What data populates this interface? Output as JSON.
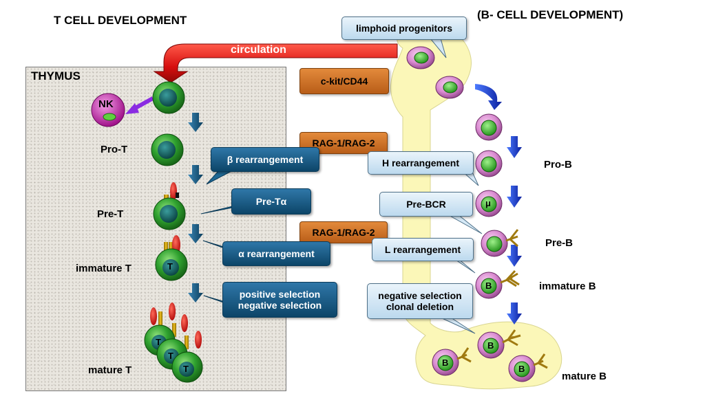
{
  "titles": {
    "t_cell": "T CELL DEVELOPMENT",
    "b_cell": "(B- CELL DEVELOPMENT)",
    "thymus": "THYMUS"
  },
  "arrows": {
    "circulation": "circulation"
  },
  "t_stages": {
    "pro_t": "Pro-T",
    "pre_t": "Pre-T",
    "immature_t": "immature T",
    "mature_t": "mature T"
  },
  "b_stages": {
    "pro_b": "Pro-B",
    "pre_b": "Pre-B",
    "immature_b": "immature B",
    "mature_b": "mature B"
  },
  "t_callouts": {
    "beta": "β rearrangement",
    "pre_t_alpha": "Pre-Tα",
    "alpha": "α rearrangement",
    "selection_1": "positive selection",
    "selection_2": "negative selection"
  },
  "b_callouts": {
    "progenitors": "limphoid progenitors",
    "h_rearr": "H rearrangement",
    "pre_bcr": "Pre-BCR",
    "l_rearr": "L rearrangement",
    "neg_sel_1": "negative selection",
    "neg_sel_2": "clonal deletion"
  },
  "markers": {
    "ckit": "c-kit/CD44",
    "rag_1": "RAG-1/RAG-2",
    "rag_2": "RAG-1/RAG-2"
  },
  "cell_labels": {
    "nk": "NK",
    "t": "T",
    "b": "B",
    "mu": "μ"
  },
  "colors": {
    "t_cell_outer": "#2fa12f",
    "t_cell_nucleus": "#0f6060",
    "b_cell_outer": "#d98ad0",
    "b_cell_nucleus": "#3fc82f",
    "nk_cell": "#d42fb8",
    "bone_marrow": "#fbf7b8",
    "circulation_arrow": "#e01010",
    "step_arrow_t": "#1a5d82",
    "step_arrow_b": "#1238c8",
    "callout_blue": "#1a5d82",
    "callout_light": "#cfe4f2",
    "callout_orange": "#d07a2b"
  }
}
